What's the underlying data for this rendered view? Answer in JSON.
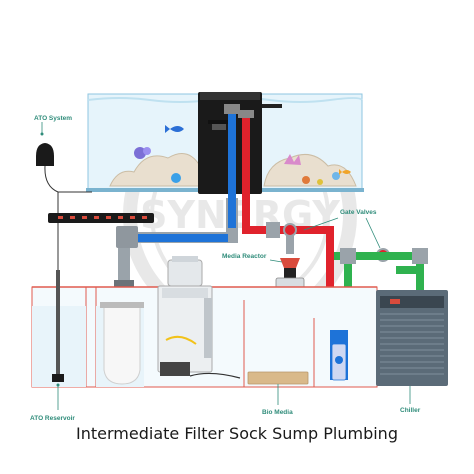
{
  "caption": "Intermediate Filter Sock Sump Plumbing",
  "watermark": "SYNERGY",
  "labels": {
    "ato_system": "ATO System",
    "gate_valves": "Gate Valves",
    "media_reactor": "Media Reactor",
    "ato_reservoir": "ATO Reservoir",
    "bio_media": "Bio Media",
    "chiller": "Chiller"
  },
  "colors": {
    "label_text": "#2f8c7a",
    "pipe_grey": "#9aa3aa",
    "pipe_blue": "#1e73d8",
    "pipe_red": "#e0222c",
    "pipe_green": "#2fb24f",
    "tank_water": "#e6f4fb",
    "sump_outline": "#e05a4e"
  }
}
